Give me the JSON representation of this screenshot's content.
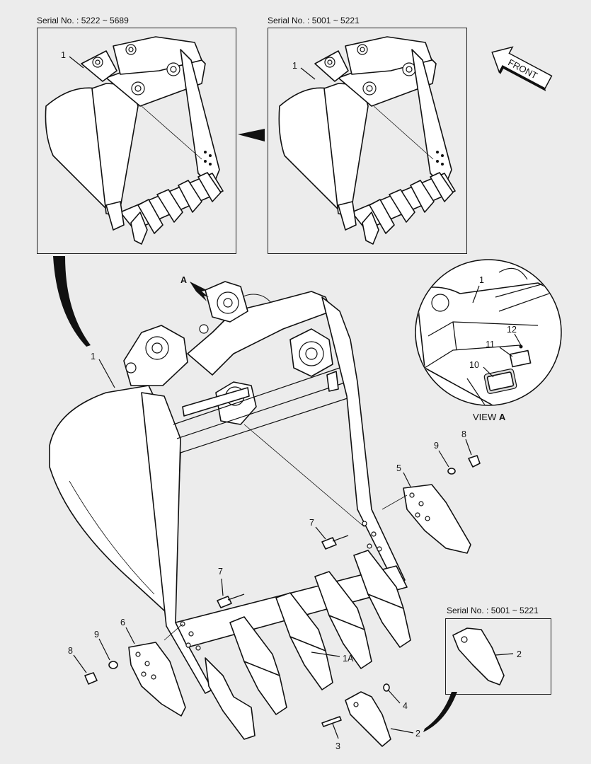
{
  "inset_left": {
    "serial_label": "Serial No. : 5222 ~ 5689",
    "callout": "1"
  },
  "inset_right": {
    "serial_label": "Serial No. : 5001 ~ 5221",
    "callout": "1"
  },
  "front_arrow": {
    "label": "FRONT"
  },
  "view_a": {
    "title_prefix": "VIEW ",
    "title_letter": "A",
    "callouts": [
      "1",
      "12",
      "11",
      "10"
    ]
  },
  "main_view": {
    "view_arrow_label": "A",
    "callouts": [
      "1",
      "1A",
      "2",
      "3",
      "4",
      "5",
      "6",
      "7",
      "7",
      "8",
      "8",
      "9",
      "9"
    ]
  },
  "tooth_inset": {
    "serial_label": "Serial No. : 5001 ~ 5221",
    "callout": "2"
  }
}
